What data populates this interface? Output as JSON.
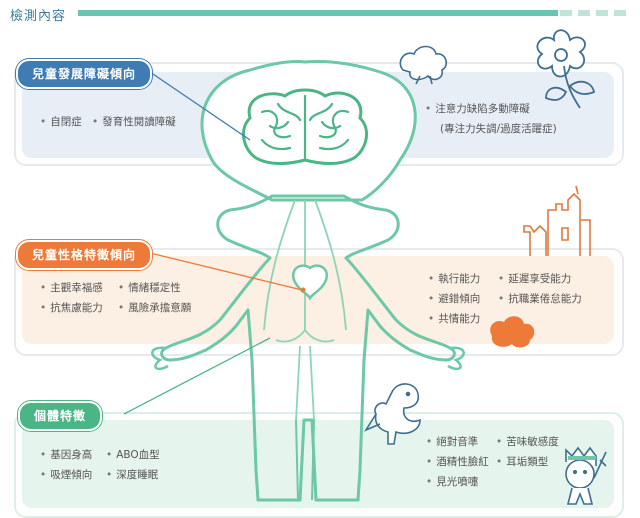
{
  "header": {
    "title": "檢測內容"
  },
  "section_development": {
    "tag": "兒童發展障礙傾向",
    "left_items": [
      "自閉症",
      "發育性閱讀障礙"
    ],
    "right_items": [
      "注意力缺陷多動障礙",
      "(專注力失調/過度活躍症)"
    ]
  },
  "section_personality": {
    "tag": "兒童性格特徵傾向",
    "left_items": [
      "主觀幸福感",
      "情緒穩定性",
      "抗焦慮能力",
      "風險承擔意願"
    ],
    "right_items": [
      "執行能力",
      "延遲享受能力",
      "避錯傾向",
      "抗職業倦怠能力",
      "共情能力"
    ]
  },
  "section_individual": {
    "tag": "個體特徵",
    "left_items": [
      "基因身高",
      "ABO血型",
      "吸煙傾向",
      "深度睡眠"
    ],
    "right_items": [
      "絕對音準",
      "苦味敏感度",
      "酒精性臉紅",
      "耳垢類型",
      "見光噴嚏"
    ]
  },
  "colors": {
    "teal": "#5fbf9f",
    "blue": "#3f7cb3",
    "orange": "#ee7a3a",
    "green": "#4ab585"
  },
  "icons": [
    "cloud-doodle-icon",
    "flower-doodle-icon",
    "castle-doodle-icon",
    "orange-cloud-icon",
    "dinosaur-doodle-icon",
    "prince-doodle-icon"
  ]
}
